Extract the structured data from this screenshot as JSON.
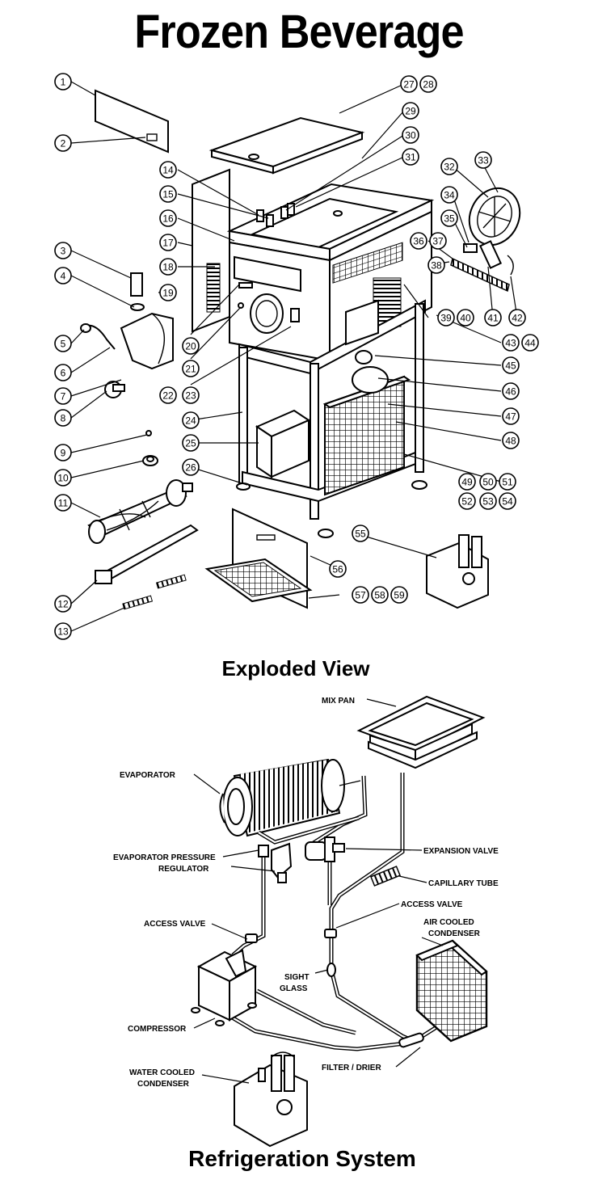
{
  "title": "Frozen Beverage",
  "exploded_view": {
    "subtitle": "Exploded View",
    "callouts": [
      "1",
      "2",
      "3",
      "4",
      "5",
      "6",
      "7",
      "8",
      "9",
      "10",
      "11",
      "12",
      "13",
      "14",
      "15",
      "16",
      "17",
      "18",
      "19",
      "20",
      "21",
      "22",
      "23",
      "24",
      "25",
      "26",
      "27",
      "28",
      "29",
      "30",
      "31",
      "32",
      "33",
      "34",
      "35",
      "36",
      "37",
      "38",
      "39",
      "40",
      "41",
      "42",
      "43",
      "44",
      "45",
      "46",
      "47",
      "48",
      "49",
      "50",
      "51",
      "52",
      "53",
      "54",
      "55",
      "56",
      "57",
      "58",
      "59"
    ]
  },
  "refrigeration_system": {
    "subtitle": "Refrigeration System",
    "labels": {
      "mix_pan": "MIX PAN",
      "evaporator": "EVAPORATOR",
      "evap_pressure_regulator_1": "EVAPORATOR PRESSURE",
      "evap_pressure_regulator_2": "REGULATOR",
      "expansion_valve": "EXPANSION VALVE",
      "capillary_tube": "CAPILLARY TUBE",
      "access_valve_right": "ACCESS VALVE",
      "access_valve_left": "ACCESS VALVE",
      "air_cooled_condenser_1": "AIR COOLED",
      "air_cooled_condenser_2": "CONDENSER",
      "sight_glass_1": "SIGHT",
      "sight_glass_2": "GLASS",
      "compressor": "COMPRESSOR",
      "filter_drier": "FILTER / DRIER",
      "water_cooled_condenser_1": "WATER COOLED",
      "water_cooled_condenser_2": "CONDENSER"
    }
  }
}
